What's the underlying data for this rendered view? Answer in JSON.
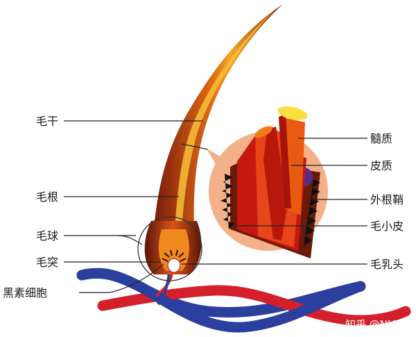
{
  "labels_left": {
    "shaft": "毛干",
    "root": "毛根",
    "bulb": "毛球",
    "papilla_tip": "毛突",
    "melanocyte": "黑素细胞"
  },
  "labels_right": {
    "medulla": "髓质",
    "cortex": "皮质",
    "outer_root_sheath": "外根鞘",
    "cuticle": "毛小皮",
    "dermal_papilla": "毛乳头"
  },
  "watermark": "知乎 @NUT",
  "colors": {
    "background": "#ffffff",
    "artery": "#d4202a",
    "vein": "#2b3f9e",
    "inset_circle": "#f3b089",
    "hair_dark": "#7a1c0c",
    "hair_mid": "#c8460f",
    "hair_light": "#f0a020"
  }
}
